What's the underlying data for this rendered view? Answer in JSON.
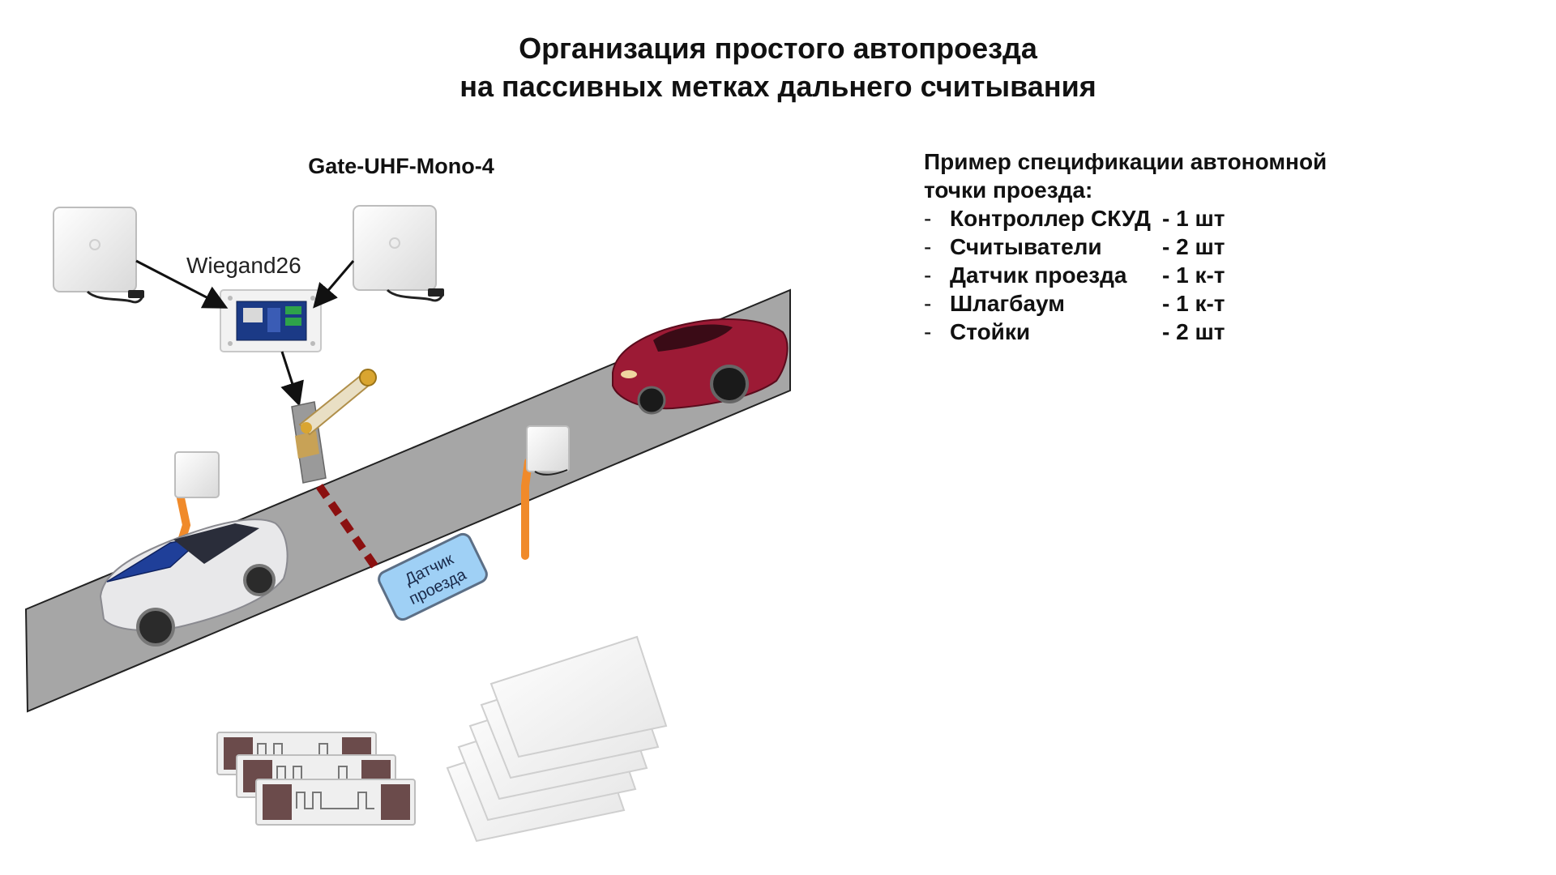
{
  "title": {
    "line1": "Организация простого автопроезда",
    "line2": "на пассивных метках дальнего считывания"
  },
  "device_label": "Gate-UHF-Mono-4",
  "wiegand_label": "Wiegand26",
  "sensor_label": {
    "line1": "Датчик",
    "line2": "проезда"
  },
  "spec": {
    "heading_line1": "Пример спецификации автономной",
    "heading_line2": "точки проезда:",
    "items": [
      {
        "dash": "-",
        "name": "Контроллер СКУД",
        "qty": "- 1 шт"
      },
      {
        "dash": "-",
        "name": "Считыватели",
        "qty": "- 2 шт"
      },
      {
        "dash": "-",
        "name": "Датчик проезда",
        "qty": "- 1 к-т"
      },
      {
        "dash": "-",
        "name": "Шлагбаум",
        "qty": "- 1 к-т"
      },
      {
        "dash": "-",
        "name": "Стойки",
        "qty": "- 2 шт"
      }
    ]
  },
  "colors": {
    "road": "#a6a6a6",
    "stand": "#f08a2a",
    "loop": "#8b1010",
    "sensor": "#9fd0f5",
    "car_red": "#9c1a35",
    "panel_blue": "#1f3f99"
  }
}
